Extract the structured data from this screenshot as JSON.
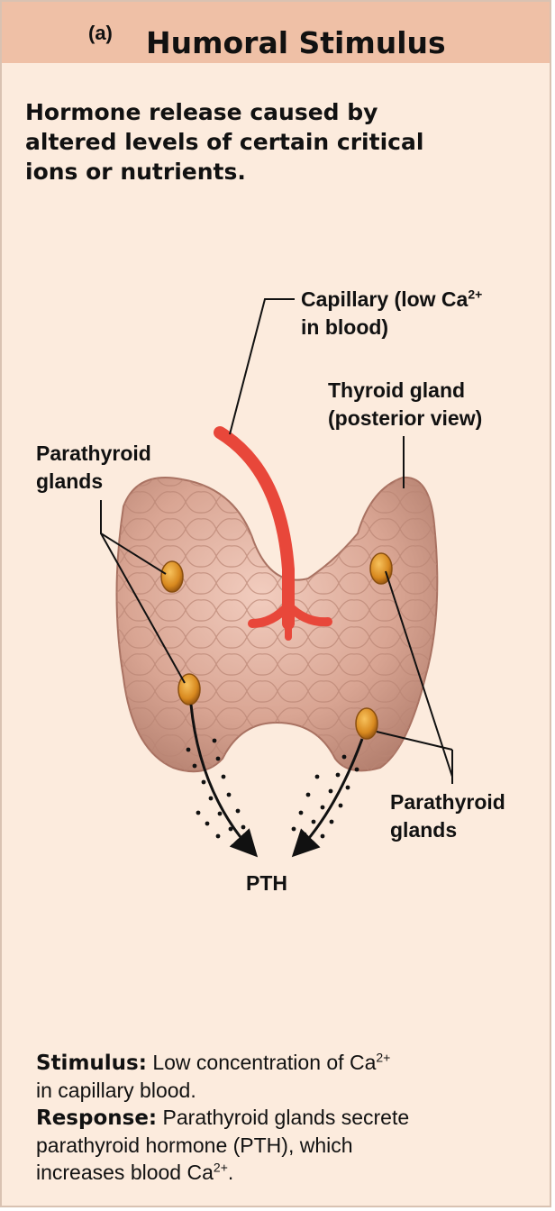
{
  "header": {
    "letter": "(a)",
    "title": "Humoral Stimulus"
  },
  "intro": {
    "line1": "Hormone release caused by",
    "line2": "altered levels of certain critical",
    "line3": "ions or nutrients."
  },
  "labels": {
    "capillary_line1": "Capillary (low Ca",
    "capillary_sup": "2+",
    "capillary_line2": "in blood)",
    "thyroid_line1": "Thyroid gland",
    "thyroid_line2": "(posterior view)",
    "parathyroid_left_line1": "Parathyroid",
    "parathyroid_left_line2": "glands",
    "parathyroid_right_line1": "Parathyroid",
    "parathyroid_right_line2": "glands",
    "pth": "PTH"
  },
  "footer": {
    "stimulus_key": "Stimulus:",
    "stimulus_text": " Low concentration of Ca",
    "stimulus_sup": "2+",
    "stimulus_line2": "in capillary blood.",
    "response_key": "Response:",
    "response_text": " Parathyroid glands secrete",
    "response_line2": "parathyroid hormone (PTH), which",
    "response_line3a": "increases blood Ca",
    "response_sup": "2+",
    "response_end": "."
  },
  "colors": {
    "panel_bg": "#fcebdd",
    "header_bg": "#efc0a6",
    "thyroid": "#dba898",
    "capillary": "#e8473a",
    "parathyroid": "#d68a1e"
  }
}
